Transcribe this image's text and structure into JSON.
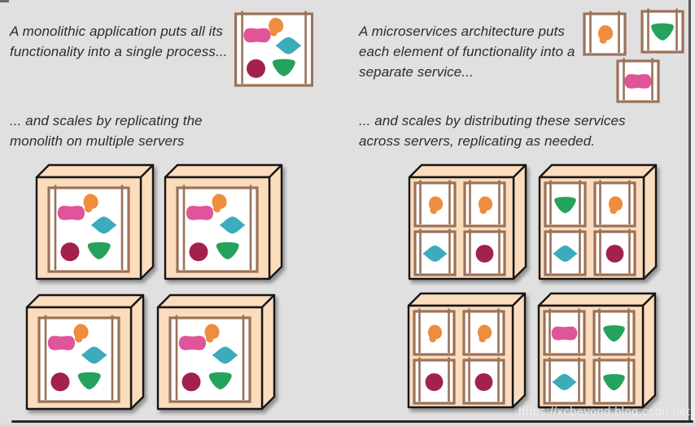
{
  "captions": {
    "monolith_intro": "A monolithic application puts all its\nfunctionality into a single process...",
    "microservices_intro": "A microservices architecture puts\neach element of functionality into a\nseparate service...",
    "monolith_scale": "... and scales by replicating the\nmonolith on multiple servers",
    "microservices_scale": "... and scales by distributing these services\nacross servers, replicating as needed."
  },
  "watermark": "https://xcbeyond.blog.csdn.net",
  "colors": {
    "pink": "#e0559a",
    "orange": "#ed8d3d",
    "teal": "#3cabbc",
    "maroon": "#a2214f",
    "green": "#25a25b",
    "frame": "#9b7158",
    "face": "#fbdcbd",
    "outline": "#161616"
  },
  "monolith": {
    "shapes": [
      "pink",
      "orange",
      "teal",
      "maroon",
      "green"
    ]
  },
  "standalone_services": [
    {
      "shape": "orange"
    },
    {
      "shape": "green"
    },
    {
      "shape": "pink"
    }
  ],
  "monolith_servers": [
    {
      "shapes": [
        "pink",
        "orange",
        "teal",
        "maroon",
        "green"
      ]
    },
    {
      "shapes": [
        "pink",
        "orange",
        "teal",
        "maroon",
        "green"
      ]
    },
    {
      "shapes": [
        "pink",
        "orange",
        "teal",
        "maroon",
        "green"
      ]
    },
    {
      "shapes": [
        "pink",
        "orange",
        "teal",
        "maroon",
        "green"
      ]
    }
  ],
  "microservice_servers": [
    {
      "cells": [
        "orange",
        "orange",
        "teal",
        "maroon"
      ]
    },
    {
      "cells": [
        "green",
        "orange",
        "teal",
        "maroon"
      ]
    },
    {
      "cells": [
        "orange",
        "orange",
        "maroon",
        "maroon"
      ]
    },
    {
      "cells": [
        "pink",
        "green",
        "teal",
        "green"
      ]
    }
  ]
}
